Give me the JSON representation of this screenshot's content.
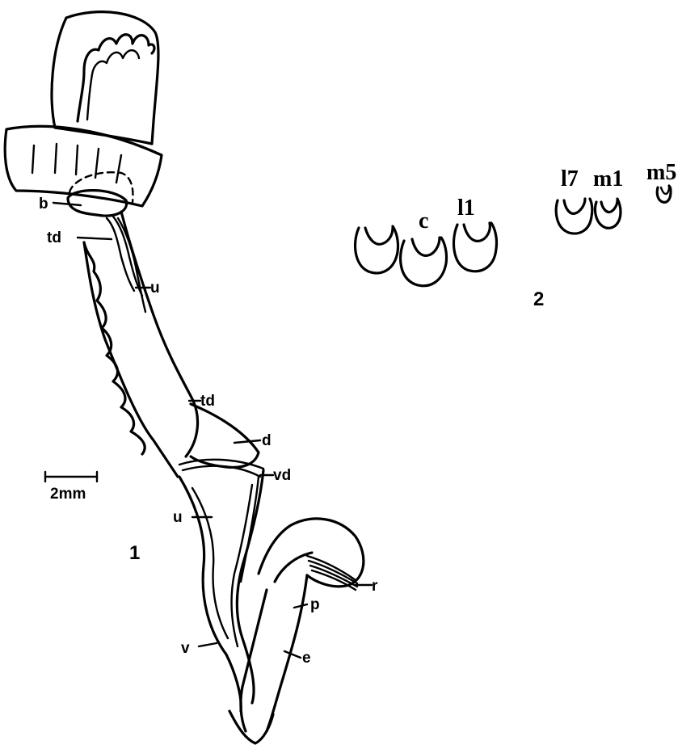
{
  "figure1": {
    "number": "1",
    "scale_bar": "2mm",
    "labels": {
      "b": "b",
      "td_upper": "td",
      "u_upper": "u",
      "td_lower": "td",
      "d": "d",
      "vd": "vd",
      "u_lower": "u",
      "r": "r",
      "p": "p",
      "v": "v",
      "e": "e"
    }
  },
  "figure2": {
    "number": "2",
    "teeth": {
      "c": "c",
      "l1": "l1",
      "l7": "l7",
      "m1": "m1",
      "m5": "m5"
    }
  }
}
